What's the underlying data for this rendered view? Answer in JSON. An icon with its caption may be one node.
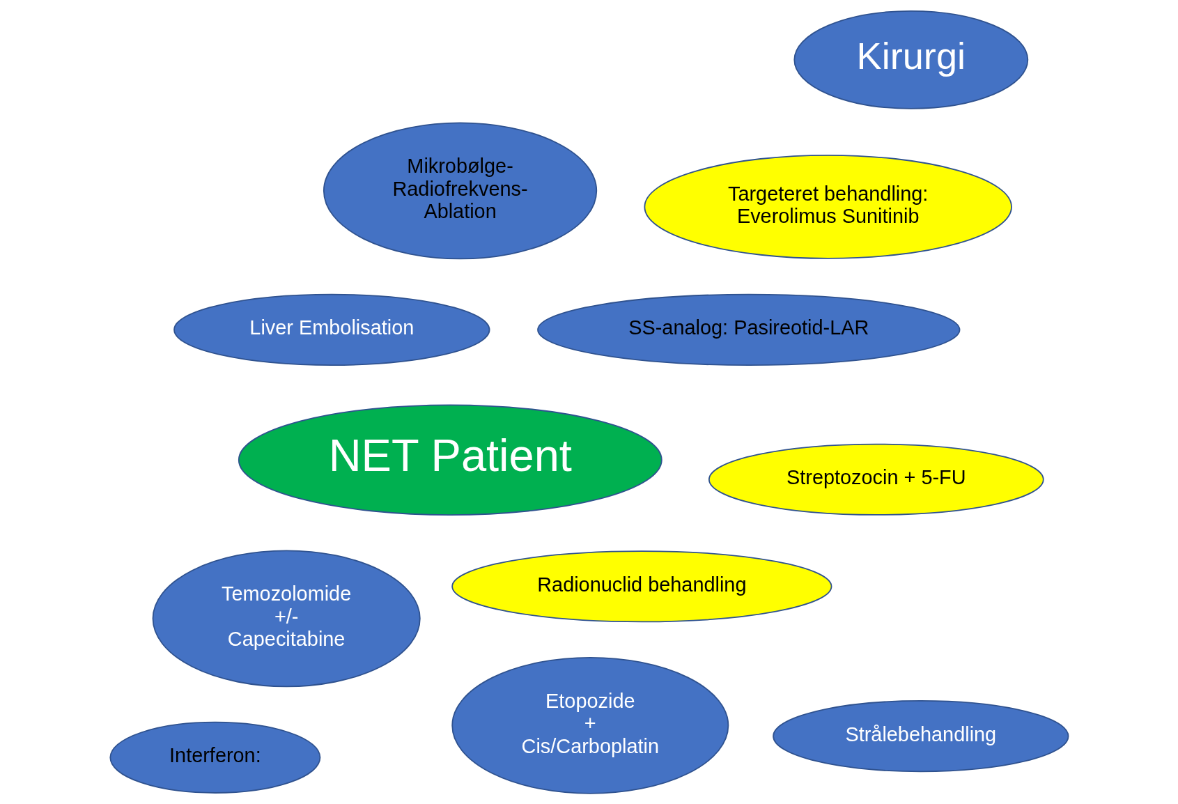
{
  "diagram": {
    "nodes": [
      {
        "text": [
          "Kirurgi"
        ]
      },
      {
        "text": [
          "Liver Embolisation"
        ]
      },
      {
        "text": [
          "Mikrobølge- Radiofrekvens- Ablation"
        ]
      },
      {
        "text": [
          "Streptozocin + 5-FU"
        ]
      },
      {
        "text": [
          "SS-analog: Pasireotid-LAR"
        ]
      },
      {
        "text": [
          "NET Patient"
        ]
      },
      {
        "text": [
          "Temozolomide +/- Capecitabine"
        ]
      },
      {
        "text": [
          "Interferon:"
        ]
      },
      {
        "text": [
          "Etopozide + Cis/Carboplatin"
        ]
      },
      {
        "text": [
          "Targeteret behandling: Everolimus Sunitinib"
        ]
      },
      {
        "text": [
          "Radionuclid behandling"
        ]
      },
      {
        "text": [
          "Strålebehandling"
        ]
      }
    ]
  }
}
